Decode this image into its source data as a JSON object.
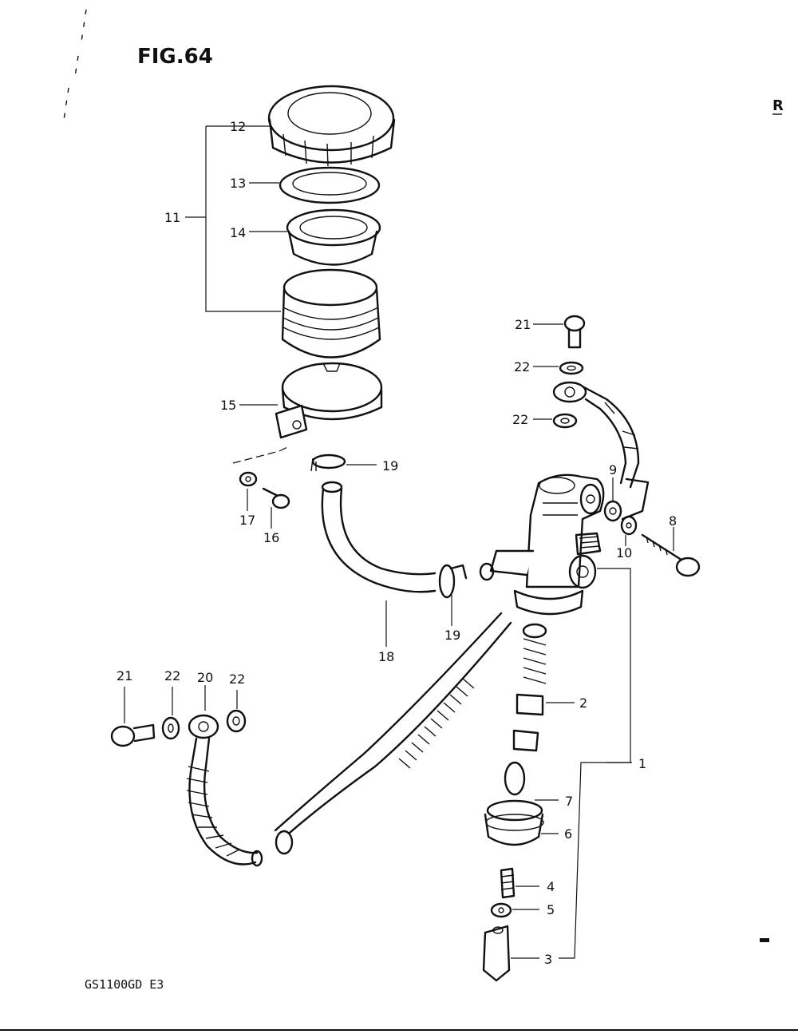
{
  "figure": {
    "title": "FIG.64",
    "corner_mark": "R",
    "model_code": "GS1100GD E3"
  },
  "callouts": [
    {
      "id": "c1",
      "label": "1"
    },
    {
      "id": "c2",
      "label": "2"
    },
    {
      "id": "c3",
      "label": "3"
    },
    {
      "id": "c4",
      "label": "4"
    },
    {
      "id": "c5",
      "label": "5"
    },
    {
      "id": "c6",
      "label": "6"
    },
    {
      "id": "c7",
      "label": "7"
    },
    {
      "id": "c8",
      "label": "8"
    },
    {
      "id": "c9",
      "label": "9"
    },
    {
      "id": "c10",
      "label": "10"
    },
    {
      "id": "c11",
      "label": "11"
    },
    {
      "id": "c12",
      "label": "12"
    },
    {
      "id": "c13",
      "label": "13"
    },
    {
      "id": "c14",
      "label": "14"
    },
    {
      "id": "c15",
      "label": "15"
    },
    {
      "id": "c16",
      "label": "16"
    },
    {
      "id": "c17",
      "label": "17"
    },
    {
      "id": "c18",
      "label": "18"
    },
    {
      "id": "c19a",
      "label": "19"
    },
    {
      "id": "c19b",
      "label": "19"
    },
    {
      "id": "c20",
      "label": "20"
    },
    {
      "id": "c21a",
      "label": "21"
    },
    {
      "id": "c21b",
      "label": "21"
    },
    {
      "id": "c22a",
      "label": "22"
    },
    {
      "id": "c22b",
      "label": "22"
    },
    {
      "id": "c22c",
      "label": "22"
    },
    {
      "id": "c22d",
      "label": "22"
    }
  ]
}
